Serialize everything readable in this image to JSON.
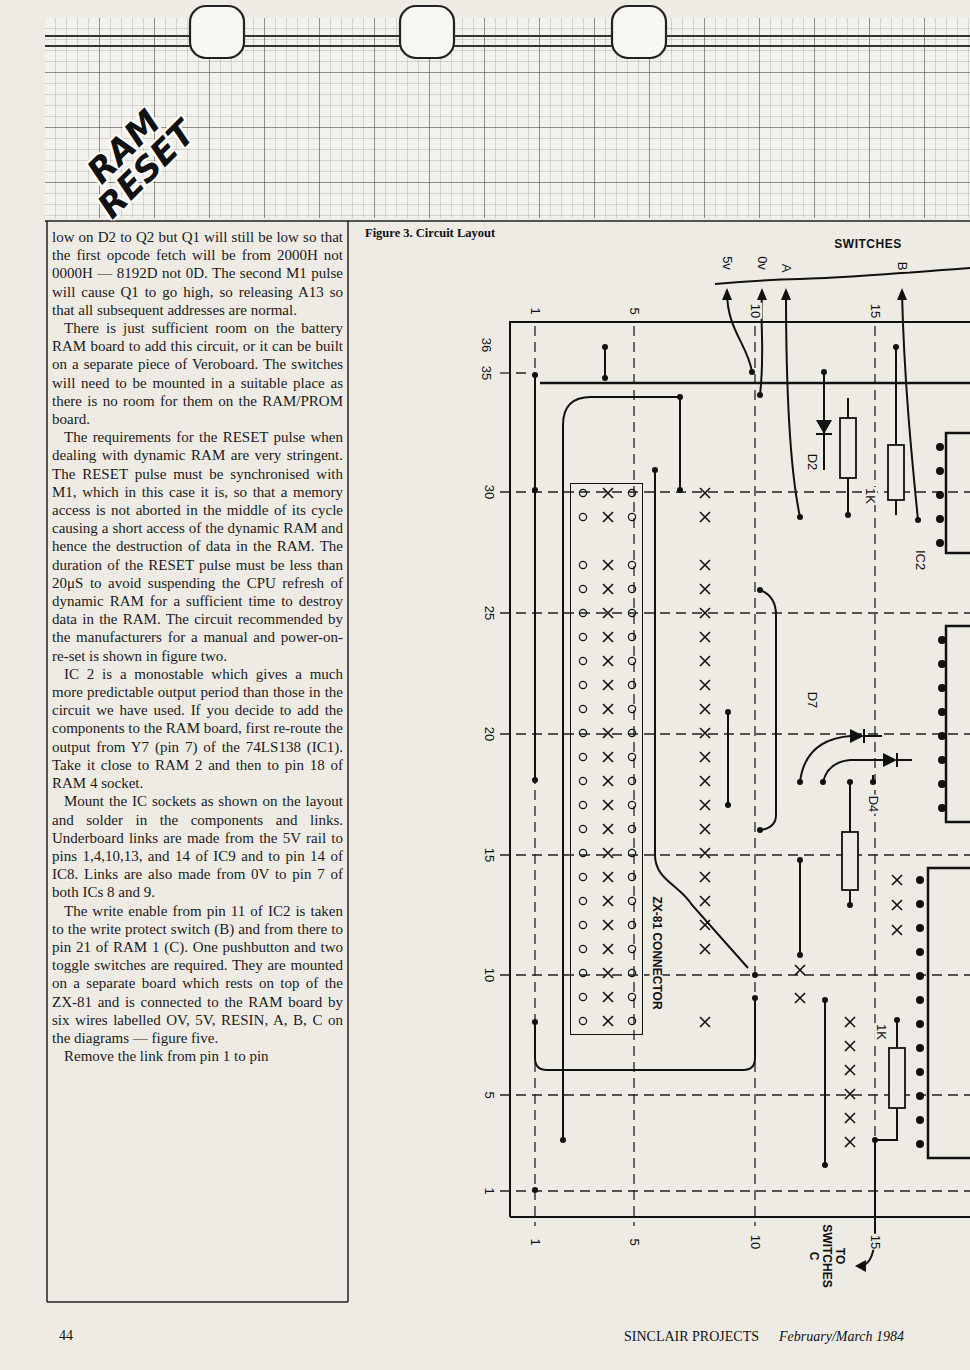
{
  "diagram": {
    "title": "RAM RESET",
    "caption": "Figure 3. Circuit Layout",
    "nodes": [
      {
        "text": [
          "ZX-81 CONNECTOR"
        ]
      }
    ],
    "labels": [
      "low on D2 to Q2 but Q1 will still be low so that the first opcode fetch will be from 2000H not 0000H — 8192D not 0D. The second M1 pulse will cause Q1 to go high, so releasing A13 so that all subsequent addresses are normal.",
      "There is just sufficient room on the battery RAM board to add this circuit, or it can be built on a separate piece of Veroboard. The switches will need to be mounted in a suitable place as there is no room for them on the RAM/PROM board.",
      "The requirements for the RESET pulse when dealing with dynamic RAM are very stringent. The RESET pulse must be synchronised with M1, which in this case it is, so that a memory access is not aborted in the middle of its cycle causing a short access of the dynamic RAM and hence the destruction of data in the RAM. The duration of the RESET pulse must be less than 20μS to avoid suspending the CPU refresh of dynamic RAM for a sufficient time to destroy data in the RAM. The circuit recommended by the manufacturers for a manual and power-on-re-set is shown in figure two.",
      "IC 2 is a monostable which gives a much more predictable output period than those in the circuit we have used. If you decide to add the components to the RAM board, first re-route the output from Y7 (pin 7) of the 74LS138 (IC1). Take it close to RAM 2 and then to pin 18 of RAM 4 socket.",
      "Mount the IC sockets as shown on the layout and solder in the components and links. Underboard links are made from the 5V rail to pins 1,4,10,13, and 14 of IC9 and to pin 14 of IC8. Links are also made from 0V to pin 7 of both ICs 8 and 9.",
      "The write enable from pin 11 of IC2 is taken to the write protect switch (B) and from there to pin 21 of RAM 1 (C). One pushbutton and two toggle switches are required. They are mounted on a separate board which rests on top of the ZX-81 and is connected to the RAM board by six wires labelled OV, 5V, RESIN, A, B, C on the diagrams — figure five.",
      "Remove the link from pin 1 to pin",
      "SWITCHES",
      "5v",
      "0v",
      "A",
      "B",
      "1",
      "5",
      "10",
      "15",
      "36",
      "35",
      "30",
      "25",
      "20",
      "15",
      "10",
      "5",
      "1",
      "1",
      "5",
      "10",
      "15",
      "TO SWITCHES C",
      "D2",
      "1K",
      "IC2",
      "D7",
      "D4",
      "1K",
      "44",
      "SINCLAIR PROJECTS",
      "February/March 1984"
    ]
  }
}
